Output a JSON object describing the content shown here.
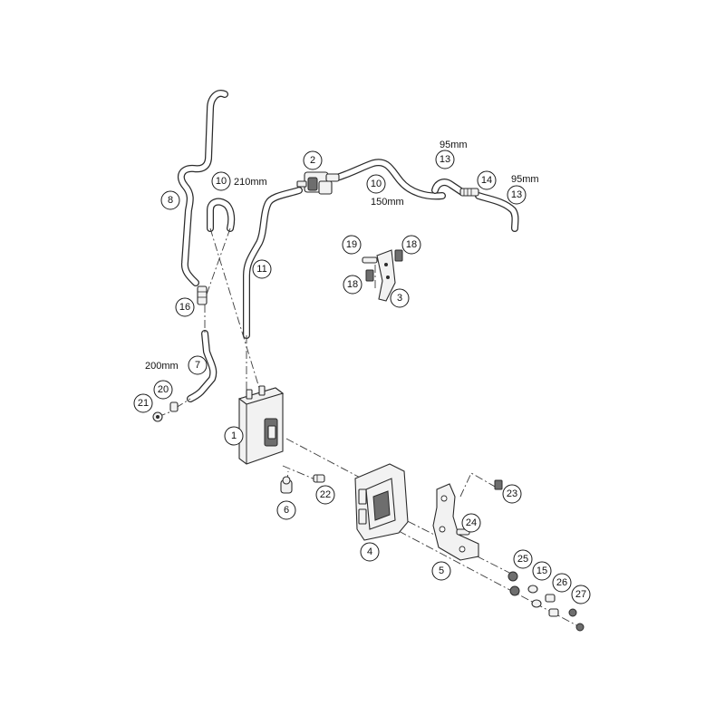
{
  "callouts": [
    {
      "id": "c1",
      "label": "1"
    },
    {
      "id": "c2",
      "label": "2"
    },
    {
      "id": "c3",
      "label": "3"
    },
    {
      "id": "c4",
      "label": "4"
    },
    {
      "id": "c5",
      "label": "5"
    },
    {
      "id": "c6",
      "label": "6"
    },
    {
      "id": "c7",
      "label": "7"
    },
    {
      "id": "c8",
      "label": "8"
    },
    {
      "id": "c10a",
      "label": "10"
    },
    {
      "id": "c10b",
      "label": "10"
    },
    {
      "id": "c11",
      "label": "11"
    },
    {
      "id": "c13a",
      "label": "13"
    },
    {
      "id": "c13b",
      "label": "13"
    },
    {
      "id": "c14",
      "label": "14"
    },
    {
      "id": "c15",
      "label": "15"
    },
    {
      "id": "c16",
      "label": "16"
    },
    {
      "id": "c18a",
      "label": "18"
    },
    {
      "id": "c18b",
      "label": "18"
    },
    {
      "id": "c19",
      "label": "19"
    },
    {
      "id": "c20",
      "label": "20"
    },
    {
      "id": "c21",
      "label": "21"
    },
    {
      "id": "c22",
      "label": "22"
    },
    {
      "id": "c23",
      "label": "23"
    },
    {
      "id": "c24",
      "label": "24"
    },
    {
      "id": "c25",
      "label": "25"
    },
    {
      "id": "c26",
      "label": "26"
    },
    {
      "id": "c27",
      "label": "27"
    }
  ],
  "dimensions": {
    "d210": "210mm",
    "d150": "150mm",
    "d95a": "95mm",
    "d95b": "95mm",
    "d200": "200mm"
  }
}
